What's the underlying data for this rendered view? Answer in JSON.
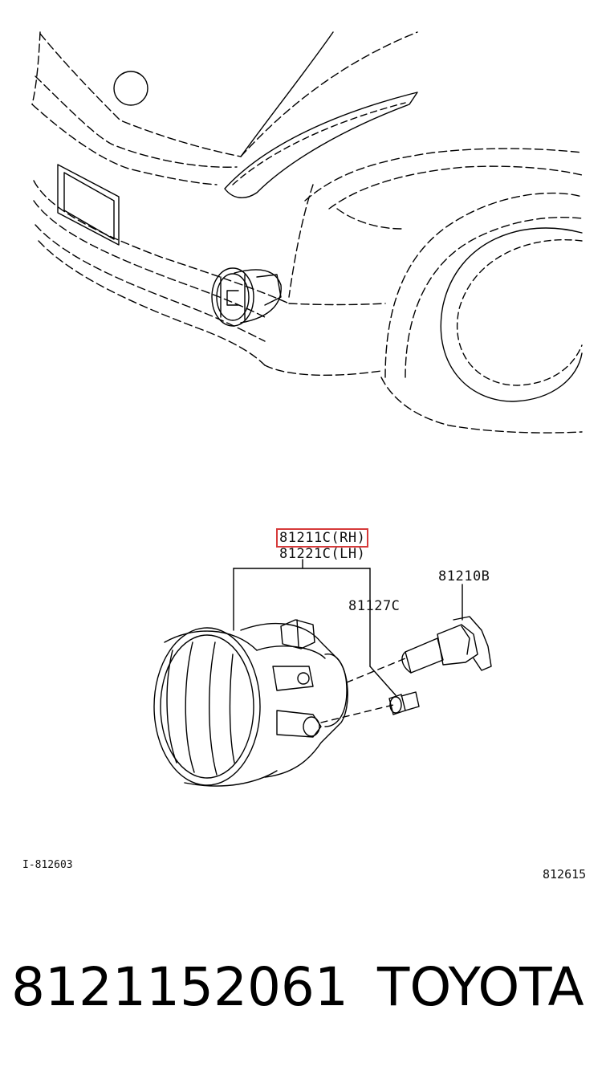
{
  "callouts": {
    "rh": "81211C(RH)",
    "lh": "81221C(LH)",
    "bulb": "81210B",
    "screw": "81127C"
  },
  "labels": {
    "ref_left": "I-812603",
    "ref_right": "812615"
  },
  "footer": {
    "part_number": "8121152061",
    "brand": "TOYOTA"
  },
  "colors": {
    "line": "#000000",
    "highlight": "#d63a3a"
  }
}
